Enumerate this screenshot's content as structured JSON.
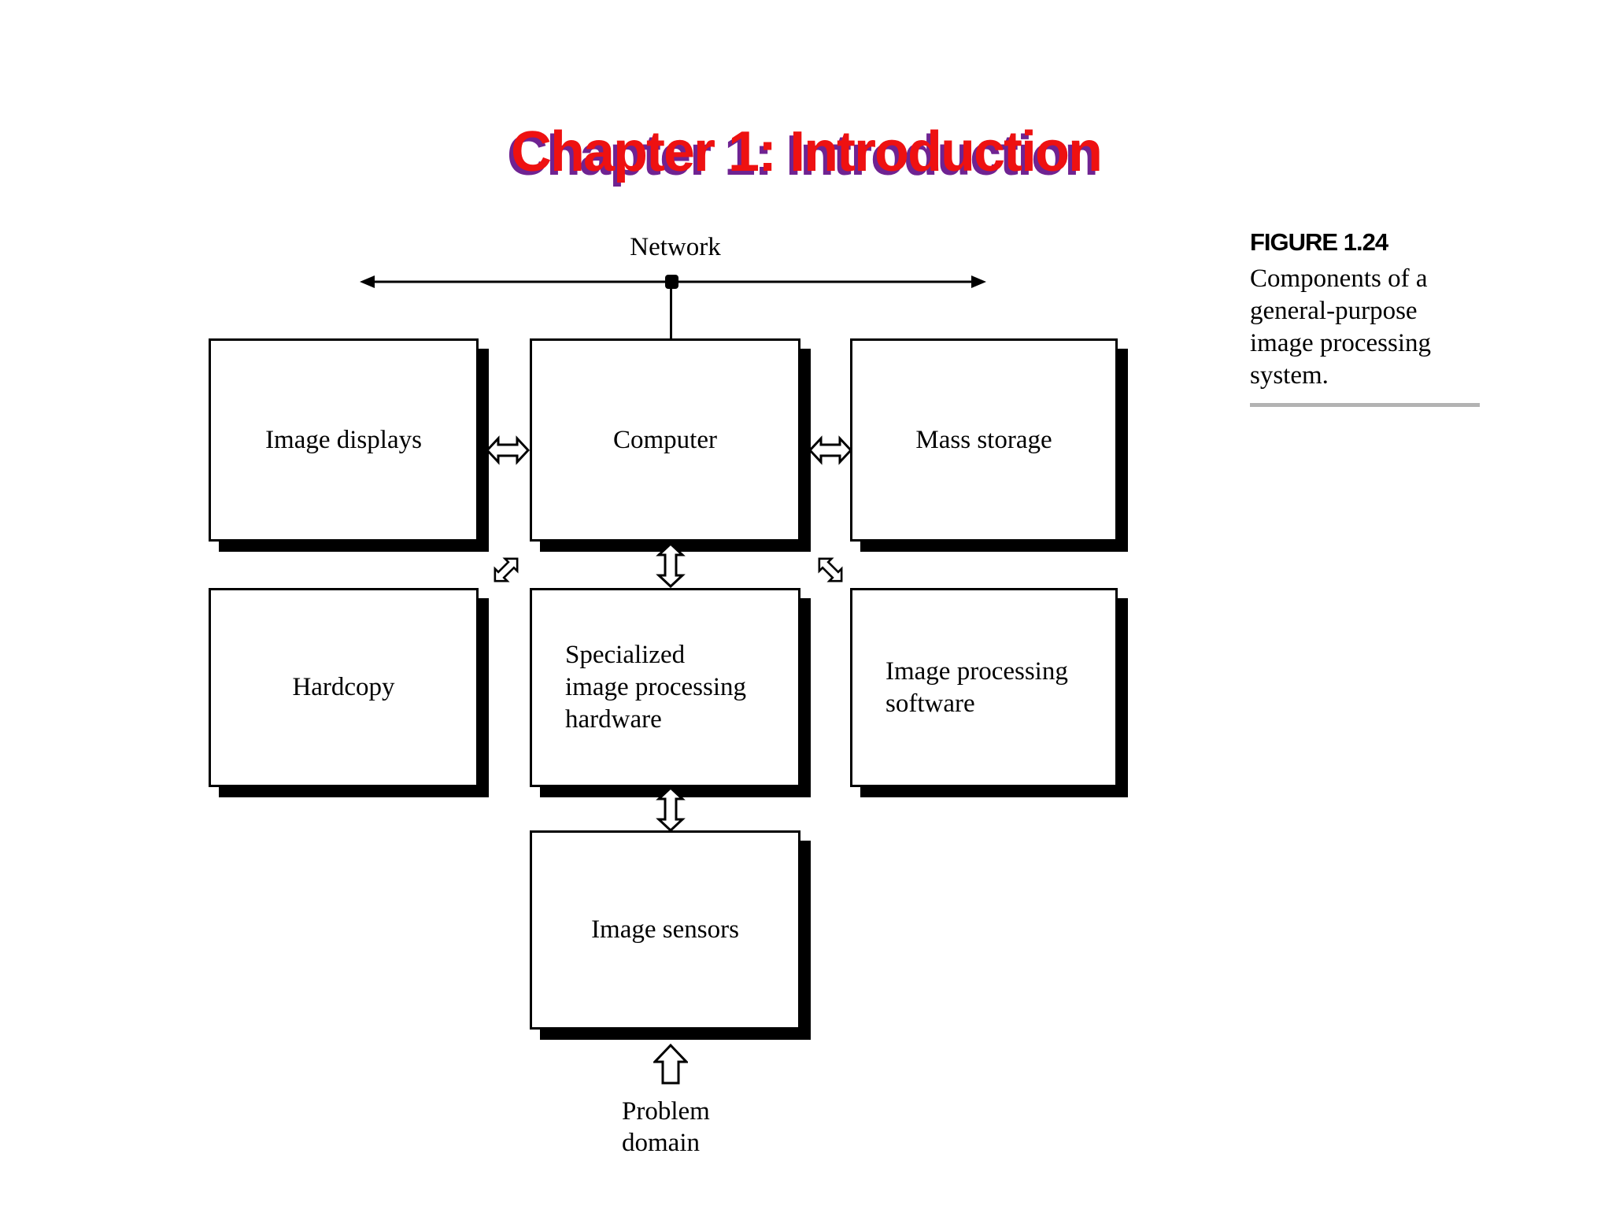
{
  "slide": {
    "title": "Chapter 1: Introduction"
  },
  "network": {
    "label": "Network"
  },
  "boxes": {
    "image_displays": {
      "label": "Image displays"
    },
    "computer": {
      "label": "Computer"
    },
    "mass_storage": {
      "label": "Mass storage"
    },
    "hardcopy": {
      "label": "Hardcopy"
    },
    "specialized_hardware": {
      "label": "Specialized\nimage processing\nhardware"
    },
    "image_processing_software": {
      "label": "Image processing\nsoftware"
    },
    "image_sensors": {
      "label": "Image sensors"
    }
  },
  "problem_domain": {
    "label": "Problem\ndomain"
  },
  "figure_caption": {
    "label": "FIGURE 1.24",
    "text": "Components of a\ngeneral-purpose\nimage processing\nsystem."
  },
  "connections": [
    {
      "from": "Network",
      "to": "Computer",
      "style": "bus-line-with-end-arrows-and-tap-dot"
    },
    {
      "from": "Image displays",
      "to": "Computer",
      "style": "two-way-horizontal"
    },
    {
      "from": "Computer",
      "to": "Mass storage",
      "style": "two-way-horizontal"
    },
    {
      "from": "Computer",
      "to": "Specialized image processing hardware",
      "style": "two-way-vertical"
    },
    {
      "from": "Hardcopy",
      "to": "Computer",
      "style": "two-way-diagonal"
    },
    {
      "from": "Computer",
      "to": "Image processing software",
      "style": "two-way-diagonal"
    },
    {
      "from": "Specialized image processing hardware",
      "to": "Image sensors",
      "style": "two-way-vertical"
    },
    {
      "from": "Problem domain",
      "to": "Image sensors",
      "style": "one-way-up"
    }
  ],
  "colors": {
    "background": "#ffffff",
    "ink": "#000000",
    "title_red": "#ee1111",
    "title_shadow_purple": "#6f2392",
    "caption_rule_gray": "#b3b3b3"
  }
}
